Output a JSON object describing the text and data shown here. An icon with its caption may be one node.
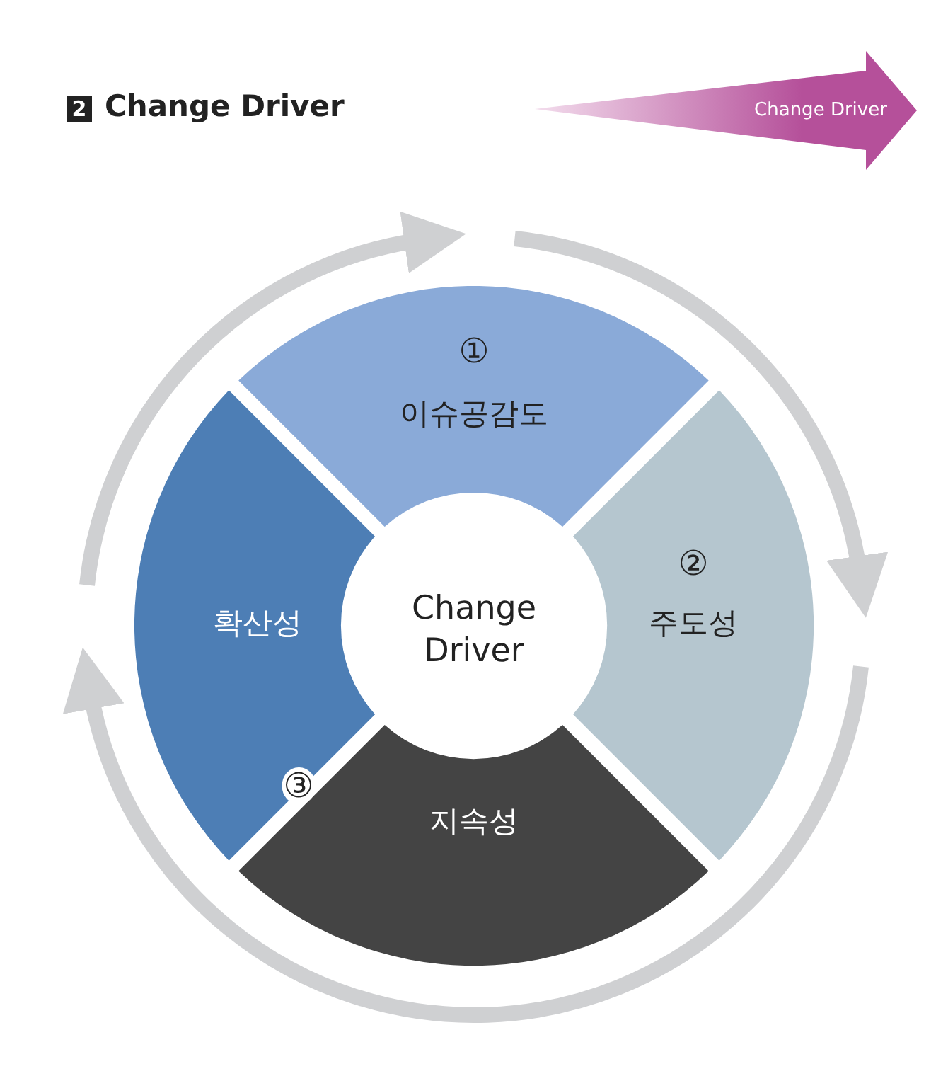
{
  "diagram": {
    "title": "Change Driver",
    "nodes": [
      {
        "text": [
          "Change Driver"
        ]
      },
      {
        "text": [
          "①",
          "이슈공감도"
        ]
      },
      {
        "text": [
          "확산성"
        ]
      },
      {
        "text": [
          "Change Driver"
        ]
      },
      {
        "text": [
          "②",
          "주도성"
        ]
      },
      {
        "text": [
          "지속성"
        ]
      }
    ],
    "labels": [
      "2",
      "③"
    ]
  }
}
